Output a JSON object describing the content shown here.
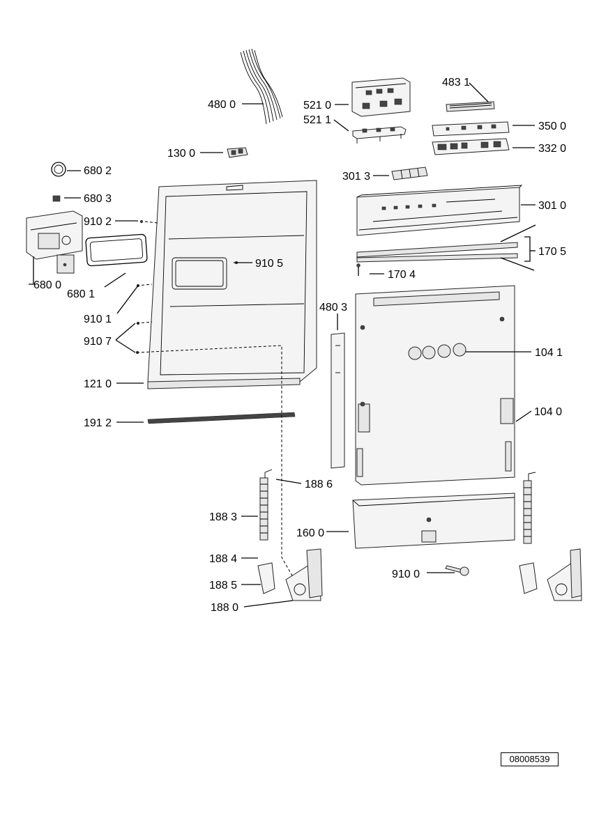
{
  "diagram": {
    "labels": {
      "p4800": "480 0",
      "p5210": "521 0",
      "p5211": "521 1",
      "p4831": "483 1",
      "p3500": "350 0",
      "p3320": "332 0",
      "p1300": "130 0",
      "p6802": "680 2",
      "p6803": "680 3",
      "p3013": "301 3",
      "p3010": "301 0",
      "p9102": "910 2",
      "p9105": "910 5",
      "p6800": "680 0",
      "p6801": "680 1",
      "p1705": "170 5",
      "p1704": "170 4",
      "p9101": "910 1",
      "p4803": "480 3",
      "p9107": "910 7",
      "p1041": "104 1",
      "p1210": "121 0",
      "p1912": "191 2",
      "p1040": "104 0",
      "p1886": "188 6",
      "p1883": "188 3",
      "p1600": "160 0",
      "p1884": "188 4",
      "p9100": "910 0",
      "p1885": "188 5",
      "p1880": "188 0"
    },
    "document_code": "08008539"
  }
}
